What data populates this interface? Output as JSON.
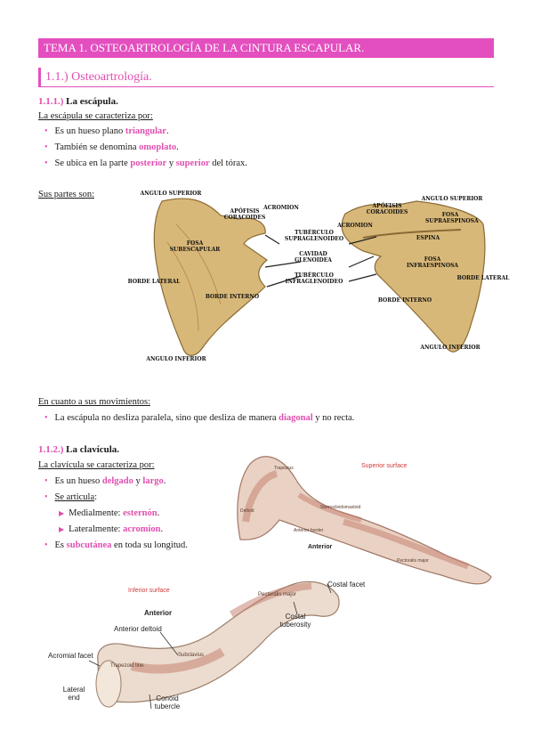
{
  "header": {
    "title": "TEMA 1. OSTEOARTROLOGÍA DE LA CINTURA ESCAPULAR."
  },
  "section": {
    "title": "1.1.) Osteoartrología."
  },
  "escapula": {
    "heading_num": "1.1.1.)",
    "heading_text": "La escápula.",
    "intro": "La escápula se caracteriza por:",
    "items": [
      {
        "pre": "Es un hueso plano ",
        "hl": "triangular",
        "post": "."
      },
      {
        "pre": "También se denomina ",
        "hl": "omoplato",
        "post": "."
      },
      {
        "pre": "Se ubica en la parte ",
        "hl": "posterior",
        "mid": " y ",
        "hl2": "superior",
        "post": " del tórax."
      }
    ],
    "parts_label": "Sus partes son:",
    "figure_labels": {
      "angulo_superior_left": "ANGULO SUPERIOR",
      "apofisis_coracoides_left": "APÓFISIS CORACOIDES",
      "acromion_left": "ACROMION",
      "fosa_subescapular": "FOSA SUBESCAPULAR",
      "borde_lateral_left": "BORDE LATERAL",
      "borde_interno_left": "BORDE INTERNO",
      "angulo_inferior_left": "ANGULO INFERIOR",
      "tuberculo_supraglenoideo": "TUBÉRCULO SUPRAGLENOIDEO",
      "cavidad_glenoidea": "CAVIDAD GLENOIDEA",
      "tuberculo_infraglenoideo": "TUBÉRCULO INFRAGLENOIDEO",
      "angulo_superior_right": "ANGULO SUPERIOR",
      "apofisis_coracoides_right": "APÓFISIS CORACOIDES",
      "fosa_supraespinosa": "FOSA SUPRAESPINOSA",
      "acromion_right": "ACROMION",
      "espina": "ESPINA",
      "fosa_infraespinosa": "FOSA INFRAESPINOSA",
      "borde_lateral_right": "BORDE LATERAL",
      "borde_interno_right": "BORDE INTERNO",
      "angulo_inferior_right": "ANGULO INFERIOR"
    },
    "movements_label": "En cuanto a sus movimientos:",
    "movement_item": {
      "pre": "La escápula no desliza paralela, sino que desliza de manera ",
      "hl": "diagonal",
      "post": " y no recta."
    }
  },
  "clavicula": {
    "heading_num": "1.1.2.)",
    "heading_text": "La clavícula.",
    "intro": "La clavícula se caracteriza por:",
    "item1": {
      "pre": "Es un hueso ",
      "hl": "delgado",
      "mid": " y ",
      "hl2": "largo",
      "post": "."
    },
    "item2_label": "Se articula",
    "item2_colon": ":",
    "sub1": {
      "pre": "Medialmente: ",
      "hl": "esternón",
      "post": "."
    },
    "sub2": {
      "pre": "Lateralmente: ",
      "hl": "acromion",
      "post": "."
    },
    "item3": {
      "pre": "Es ",
      "hl": "subcutánea",
      "post": " en toda su longitud."
    },
    "superior_figure": {
      "surface": "Superior surface",
      "anterior": "Anterior",
      "labels": [
        "Trapezius",
        "Deltoid",
        "Anterior border",
        "Sternocleidomastoid",
        "Pectoralis major"
      ]
    },
    "inferior_figure": {
      "surface": "Inferior surface",
      "anterior": "Anterior",
      "anterior_deltoid": "Anterior deltoid",
      "acromial_facet": "Acromial facet",
      "lateral_end": "Lateral end",
      "trapezoid_line": "Trapezoid line",
      "conoid_tubercle": "Conoid tubercle",
      "subclavius": "Subclavius",
      "pectoralis_major": "Pectoralis major",
      "costal_facet": "Costal facet",
      "costal_tuberosity": "Costal tuberosity"
    }
  }
}
